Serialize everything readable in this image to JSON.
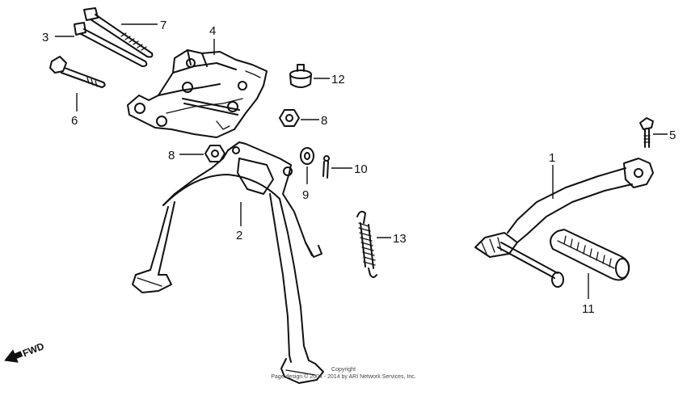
{
  "callouts": {
    "c1": "1",
    "c2": "2",
    "c3": "3",
    "c4": "4",
    "c5": "5",
    "c6": "6",
    "c7": "7",
    "c8a": "8",
    "c8b": "8",
    "c9": "9",
    "c10": "10",
    "c11": "11",
    "c12": "12",
    "c13": "13"
  },
  "direction_label": "FWD",
  "copyright": {
    "line1": "Copyright",
    "line2": "Page design © 2004 - 2014 by ARI Network Services, Inc."
  }
}
